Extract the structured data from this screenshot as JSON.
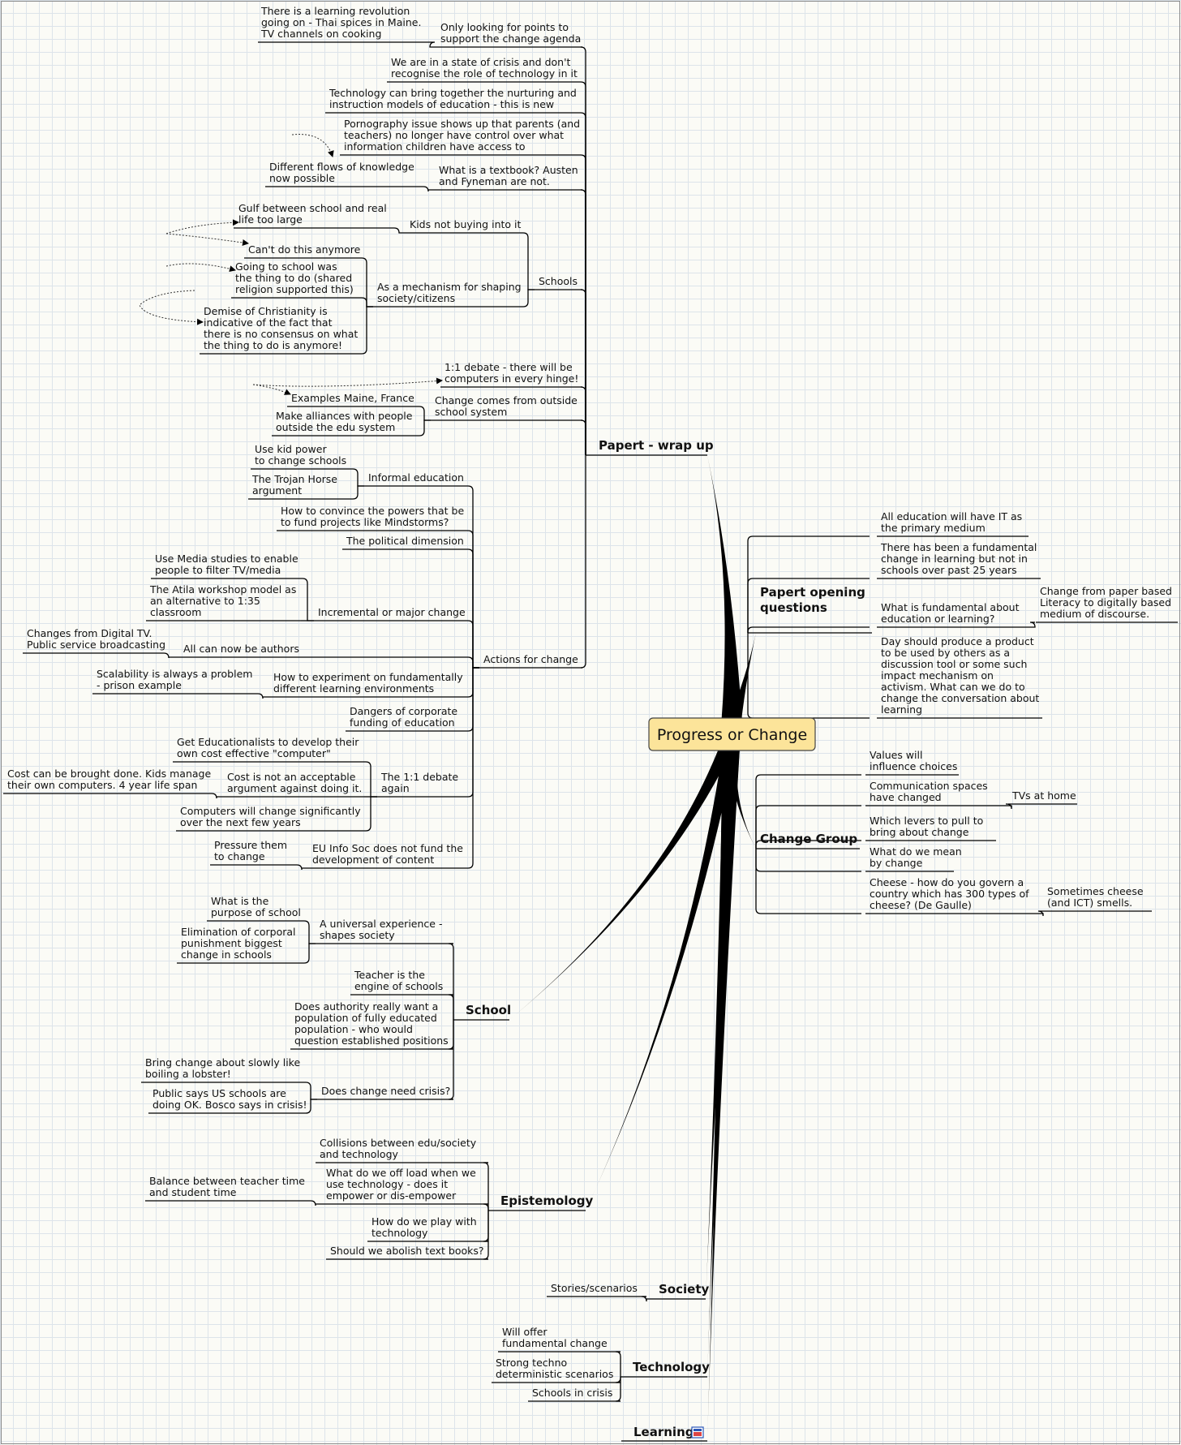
{
  "central": {
    "label": "Progress or Change"
  },
  "topics": [
    {
      "id": "papert-wrap",
      "label": [
        "Papert - wrap up"
      ]
    },
    {
      "id": "papert-open",
      "label": [
        "Papert opening",
        "questions"
      ]
    },
    {
      "id": "change-group",
      "label": [
        "Change Group"
      ]
    },
    {
      "id": "school",
      "label": [
        "School"
      ]
    },
    {
      "id": "epistemology",
      "label": [
        "Epistemology"
      ]
    },
    {
      "id": "society",
      "label": [
        "Society"
      ]
    },
    {
      "id": "technology",
      "label": [
        "Technology"
      ]
    },
    {
      "id": "learning",
      "label": [
        "Learning"
      ]
    }
  ],
  "nodes": [
    {
      "id": "wu1",
      "parent": "papert-wrap",
      "lines": [
        "Only looking for points to",
        "support the change agenda"
      ]
    },
    {
      "id": "wu1a",
      "parent": "wu1",
      "lines": [
        "There is a learning revolution",
        "going on - Thai spices in Maine.",
        "TV channels on cooking"
      ]
    },
    {
      "id": "wu2",
      "parent": "papert-wrap",
      "lines": [
        "We are in a state of crisis and don't",
        "recognise the role of technology in it"
      ]
    },
    {
      "id": "wu3",
      "parent": "papert-wrap",
      "lines": [
        "Technology can bring together the nurturing and",
        "instruction models of education - this is new"
      ]
    },
    {
      "id": "wu4",
      "parent": "papert-wrap",
      "lines": [
        "Pornography issue shows up that parents (and",
        "teachers) no longer have control over what",
        "information children have access to"
      ]
    },
    {
      "id": "wu5",
      "parent": "papert-wrap",
      "lines": [
        "What is a textbook? Austen",
        "and Fyneman are not."
      ]
    },
    {
      "id": "wu5a",
      "parent": "wu5",
      "lines": [
        "Different flows of knowledge",
        "now possible"
      ]
    },
    {
      "id": "wu6",
      "parent": "papert-wrap",
      "lines": [
        "Schools"
      ]
    },
    {
      "id": "wu6a",
      "parent": "wu6",
      "lines": [
        "Kids not buying into it"
      ]
    },
    {
      "id": "wu6a1",
      "parent": "wu6a",
      "lines": [
        "Gulf between school and real",
        "life too large"
      ]
    },
    {
      "id": "wu6b",
      "parent": "wu6",
      "lines": [
        "As a mechanism for shaping",
        "society/citizens"
      ]
    },
    {
      "id": "wu6b1",
      "parent": "wu6b",
      "lines": [
        "Can't do this anymore"
      ]
    },
    {
      "id": "wu6b2",
      "parent": "wu6b",
      "lines": [
        "Going to school was",
        "the thing to do (shared",
        "religion supported this)"
      ]
    },
    {
      "id": "wu6b3",
      "parent": "wu6b",
      "lines": [
        "Demise of Christianity is",
        "indicative of the fact that",
        "there is no consensus on what",
        "the thing to do is anymore!"
      ]
    },
    {
      "id": "wu7",
      "parent": "papert-wrap",
      "lines": [
        "1:1 debate - there will be",
        "computers in every hinge!"
      ]
    },
    {
      "id": "wu8",
      "parent": "papert-wrap",
      "lines": [
        "Change comes from outside",
        "school system"
      ]
    },
    {
      "id": "wu8a",
      "parent": "wu8",
      "lines": [
        "Examples Maine, France"
      ]
    },
    {
      "id": "wu8b",
      "parent": "wu8",
      "lines": [
        "Make alliances with people",
        "outside the edu system"
      ]
    },
    {
      "id": "wu9",
      "parent": "papert-wrap",
      "lines": [
        "Actions for change"
      ]
    },
    {
      "id": "a1",
      "parent": "wu9",
      "lines": [
        "Informal education"
      ]
    },
    {
      "id": "a1a",
      "parent": "a1",
      "lines": [
        "Use kid power",
        "to change schools"
      ]
    },
    {
      "id": "a1b",
      "parent": "a1",
      "lines": [
        "The Trojan Horse",
        "argument"
      ]
    },
    {
      "id": "a2",
      "parent": "wu9",
      "lines": [
        "How to convince the powers that be",
        "to fund projects like Mindstorms?"
      ]
    },
    {
      "id": "a3",
      "parent": "wu9",
      "lines": [
        "The political dimension"
      ]
    },
    {
      "id": "a4",
      "parent": "wu9",
      "lines": [
        "Incremental or major change"
      ]
    },
    {
      "id": "a4a",
      "parent": "a4",
      "lines": [
        "Use Media studies to enable",
        "people to filter TV/media"
      ]
    },
    {
      "id": "a4b",
      "parent": "a4",
      "lines": [
        "The Atila workshop model as",
        "an alternative to 1:35",
        "classroom"
      ]
    },
    {
      "id": "a5",
      "parent": "wu9",
      "lines": [
        "All can now be authors"
      ]
    },
    {
      "id": "a5a",
      "parent": "a5",
      "lines": [
        "Changes from Digital TV.",
        "Public service broadcasting"
      ]
    },
    {
      "id": "a6",
      "parent": "wu9",
      "lines": [
        "How to experiment on fundamentally",
        "different learning environments"
      ]
    },
    {
      "id": "a6a",
      "parent": "a6",
      "lines": [
        "Scalability is always a problem",
        "- prison example"
      ]
    },
    {
      "id": "a7",
      "parent": "wu9",
      "lines": [
        "Dangers of corporate",
        "funding of education"
      ]
    },
    {
      "id": "a8",
      "parent": "wu9",
      "lines": [
        "The 1:1 debate",
        "again"
      ]
    },
    {
      "id": "a8a",
      "parent": "a8",
      "lines": [
        "Get Educationalists to develop their",
        "own cost effective \"computer\""
      ]
    },
    {
      "id": "a8b",
      "parent": "a8",
      "lines": [
        "Cost is not an acceptable",
        "argument against doing it."
      ]
    },
    {
      "id": "a8b1",
      "parent": "a8b",
      "lines": [
        "Cost can be brought done. Kids manage",
        "their own computers. 4 year life span"
      ]
    },
    {
      "id": "a8c",
      "parent": "a8",
      "lines": [
        "Computers will change significantly",
        "over the next few years"
      ]
    },
    {
      "id": "a9",
      "parent": "wu9",
      "lines": [
        "EU Info Soc does not fund the",
        "development of content"
      ]
    },
    {
      "id": "a9a",
      "parent": "a9",
      "lines": [
        "Pressure them",
        "to change"
      ]
    },
    {
      "id": "po1",
      "parent": "papert-open",
      "lines": [
        "All education will have IT as",
        "the primary medium"
      ]
    },
    {
      "id": "po2",
      "parent": "papert-open",
      "lines": [
        "There has been a fundamental",
        "change in learning but not in",
        "schools over past 25 years"
      ]
    },
    {
      "id": "po3",
      "parent": "papert-open",
      "lines": [
        "What is fundamental about",
        "education or learning?"
      ]
    },
    {
      "id": "po3a",
      "parent": "po3",
      "lines": [
        "Change from paper based",
        "Literacy to digitally based",
        "medium of discourse."
      ]
    },
    {
      "id": "po4",
      "parent": "papert-open",
      "lines": [
        "Day should produce a product",
        "to be used by others as a",
        "discussion tool or some such",
        "impact mechanism on",
        "activism. What can we do to",
        "change the conversation about",
        "learning"
      ]
    },
    {
      "id": "cg1",
      "parent": "change-group",
      "lines": [
        "Values will",
        "influence choices"
      ]
    },
    {
      "id": "cg2",
      "parent": "change-group",
      "lines": [
        "Communication spaces",
        "have changed"
      ]
    },
    {
      "id": "cg2a",
      "parent": "cg2",
      "lines": [
        "TVs at home"
      ]
    },
    {
      "id": "cg3",
      "parent": "change-group",
      "lines": [
        "Which levers to pull to",
        "bring about change"
      ]
    },
    {
      "id": "cg4",
      "parent": "change-group",
      "lines": [
        "What do we mean",
        "by change"
      ]
    },
    {
      "id": "cg5",
      "parent": "change-group",
      "lines": [
        "Cheese - how do you govern a",
        "country which has 300 types of",
        "cheese? (De Gaulle)"
      ]
    },
    {
      "id": "cg5a",
      "parent": "cg5",
      "lines": [
        "Sometimes cheese",
        "(and ICT) smells."
      ]
    },
    {
      "id": "s1",
      "parent": "school",
      "lines": [
        "A universal experience -",
        "shapes society"
      ]
    },
    {
      "id": "s1a",
      "parent": "s1",
      "lines": [
        "What is the",
        "purpose of school"
      ]
    },
    {
      "id": "s1b",
      "parent": "s1",
      "lines": [
        "Elimination of corporal",
        "punishment biggest",
        "change in schools"
      ]
    },
    {
      "id": "s2",
      "parent": "school",
      "lines": [
        "Teacher is the",
        "engine of schools"
      ]
    },
    {
      "id": "s3",
      "parent": "school",
      "lines": [
        "Does authority really want a",
        "population of fully educated",
        "population - who would",
        "question established positions"
      ]
    },
    {
      "id": "s4",
      "parent": "school",
      "lines": [
        "Does change need crisis?"
      ]
    },
    {
      "id": "s4a",
      "parent": "s4",
      "lines": [
        "Bring change about slowly like",
        "boiling a lobster!"
      ]
    },
    {
      "id": "s4b",
      "parent": "s4",
      "lines": [
        "Public says US schools are",
        "doing OK. Bosco says in crisis!"
      ]
    },
    {
      "id": "e1",
      "parent": "epistemology",
      "lines": [
        "Collisions between edu/society",
        "and technology"
      ]
    },
    {
      "id": "e2",
      "parent": "epistemology",
      "lines": [
        "What do we off load when we",
        "use technology - does it",
        "empower or dis-empower"
      ]
    },
    {
      "id": "e2a",
      "parent": "e2",
      "lines": [
        "Balance between teacher time",
        "and student time"
      ]
    },
    {
      "id": "e3",
      "parent": "epistemology",
      "lines": [
        "How do we play with",
        "technology"
      ]
    },
    {
      "id": "e4",
      "parent": "epistemology",
      "lines": [
        "Should we abolish text books?"
      ]
    },
    {
      "id": "so1",
      "parent": "society",
      "lines": [
        "Stories/scenarios"
      ]
    },
    {
      "id": "t1",
      "parent": "technology",
      "lines": [
        "Will offer",
        "fundamental change"
      ]
    },
    {
      "id": "t2",
      "parent": "technology",
      "lines": [
        "Strong techno",
        "deterministic scenarios"
      ]
    },
    {
      "id": "t3",
      "parent": "technology",
      "lines": [
        "Schools in crisis"
      ]
    }
  ],
  "colors": {
    "central_fill": "#fce49a",
    "line": "#000000",
    "grid": "#dde4ea",
    "background": "#fbfbf6"
  },
  "icons": {
    "learning": "hyperlink-icon"
  }
}
